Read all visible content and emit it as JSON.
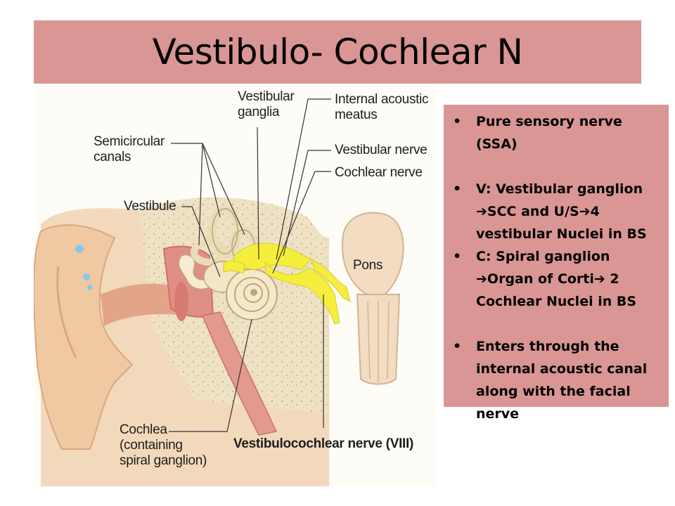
{
  "slide": {
    "title": "Vestibulo- Cochlear N"
  },
  "figure": {
    "labels": {
      "vestibular_ganglia": "Vestibular\nganglia",
      "internal_acoustic_meatus": "Internal acoustic\nmeatus",
      "semicircular_canals": "Semicircular\ncanals",
      "vestibular_nerve": "Vestibular nerve",
      "cochlear_nerve": "Cochlear nerve",
      "vestibule": "Vestibule",
      "pons": "Pons",
      "cochlea": "Cochlea\n(containing\nspiral ganglion)",
      "vestibulocochlear_nerve": "Vestibulocochlear nerve (VIII)"
    }
  },
  "notes": {
    "items": [
      {
        "lines": [
          "Pure sensory nerve (SSA)"
        ]
      },
      {
        "lines": [
          "V: Vestibular ganglion",
          "➔SCC and U/S➔4",
          "vestibular Nuclei in BS"
        ]
      },
      {
        "lines": [
          "C: Spiral  ganglion",
          "➔Organ of Corti➔     2",
          "Cochlear Nuclei in BS"
        ]
      },
      {
        "lines": [
          "Enters through the",
          "internal acoustic canal",
          "along with the facial",
          "nerve"
        ]
      }
    ]
  },
  "colors": {
    "title_bar": "#d99694",
    "notes_box": "#d99694",
    "nerve": "#f5ee3c",
    "bone": "#efe2c4",
    "skin": "#f2d3b3",
    "canal_pink": "#d98a86"
  }
}
